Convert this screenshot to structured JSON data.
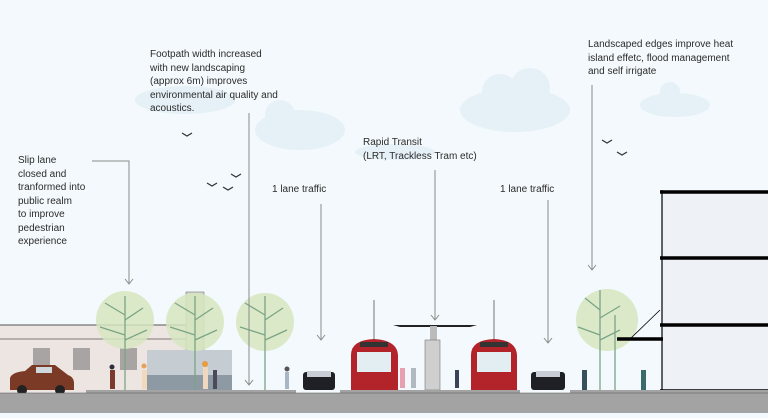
{
  "annotations": {
    "footpath": [
      "Footpath width increased",
      "with new landscaping",
      "(approx 6m) improves",
      "environmental air quality and",
      "acoustics."
    ],
    "slip_lane": [
      "Slip lane",
      "closed and",
      "tranformed into",
      "public realm",
      "to improve",
      "pedestrian",
      "experience"
    ],
    "lane_left": "1 lane traffic",
    "rapid_transit": [
      "Rapid Transit",
      "(LRT, Trackless Tram etc)"
    ],
    "lane_right": "1 lane traffic",
    "landscaped": [
      "Landscaped edges improve heat",
      "island effetc, flood management",
      "and self irrigate"
    ]
  },
  "colors": {
    "sky": "#f3f9fc",
    "ground": "#a3a3a3",
    "tram": "#b3232a",
    "tree": "#d6e6c0",
    "building_left": "#ede5e1",
    "building_right": "#eef2f7"
  }
}
